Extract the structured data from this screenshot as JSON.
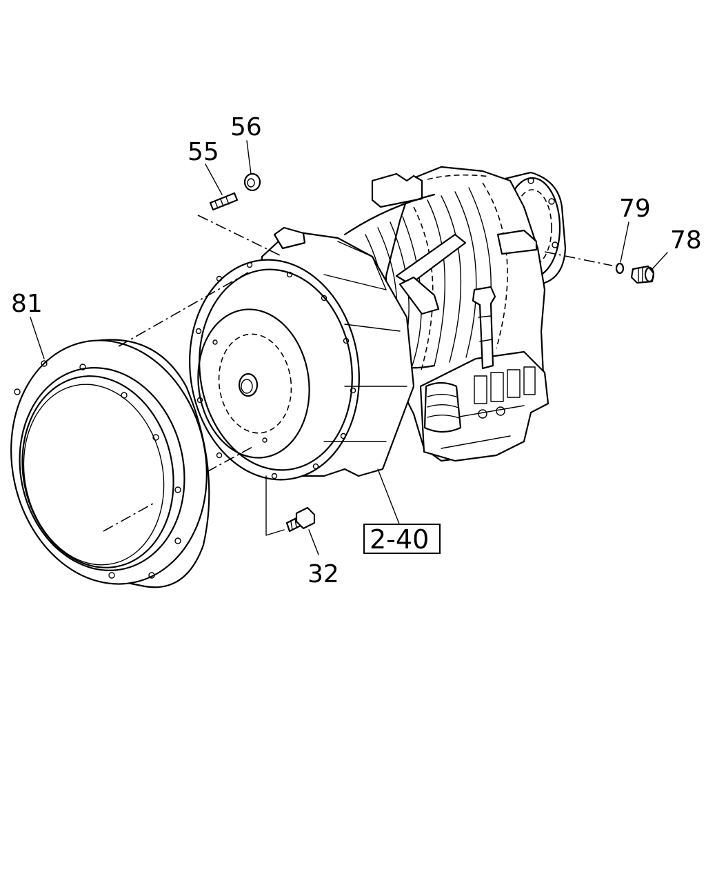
{
  "callouts": {
    "c55": "55",
    "c56": "56",
    "c79": "79",
    "c78": "78",
    "c81": "81",
    "c32": "32",
    "ref_box": "2-40"
  }
}
